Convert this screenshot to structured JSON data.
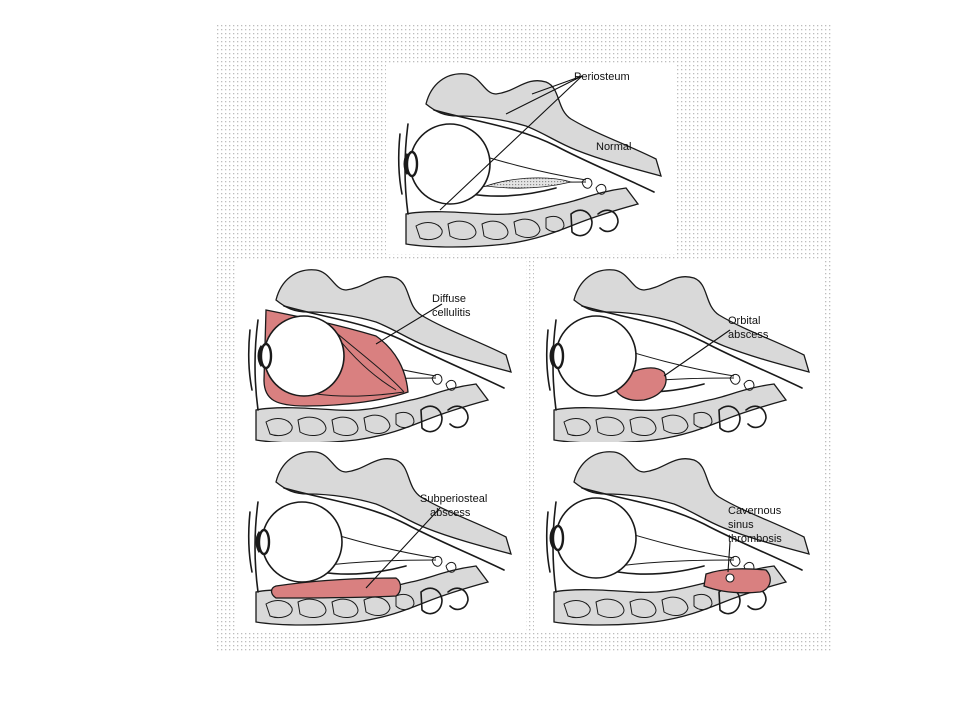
{
  "figure": {
    "panels": [
      {
        "id": "normal",
        "labels": [
          "Periosteum",
          "Normal"
        ]
      },
      {
        "id": "diffuse-cellulitis",
        "labels": [
          "Diffuse",
          "cellulitis"
        ]
      },
      {
        "id": "orbital-abscess",
        "labels": [
          "Orbital",
          "abscess"
        ]
      },
      {
        "id": "subperiosteal-abscess",
        "labels": [
          "Subperiosteal",
          "abscess"
        ]
      },
      {
        "id": "cavernous-sinus-thrombosis",
        "labels": [
          "Cavernous",
          "sinus",
          "thrombosis"
        ]
      }
    ]
  },
  "colors": {
    "background_dots": "#c8c8c8",
    "infection": "#d98080",
    "infection_dark": "#b85c5c",
    "bone": "#d9d9d9",
    "outline": "#1a1a1a"
  }
}
